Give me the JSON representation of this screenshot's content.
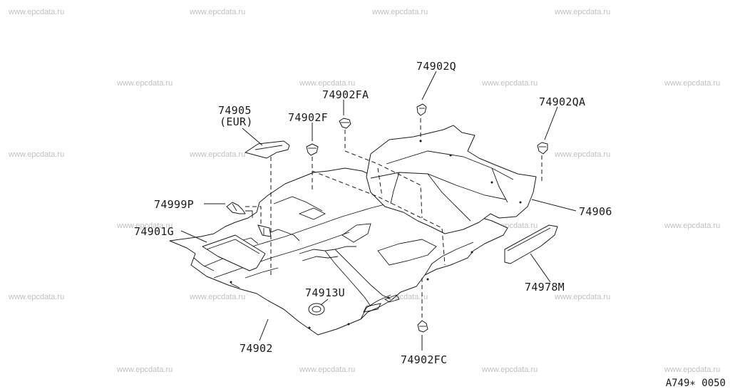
{
  "watermark": "www.epcdata.ru",
  "part_labels": {
    "p74902Q": "74902Q",
    "p74902FA": "74902FA",
    "p74902QA": "74902QA",
    "p74905": "74905",
    "p74905_note": "(EUR)",
    "p74902F": "74902F",
    "p74999P": "74999P",
    "p74901G": "74901G",
    "p74906": "74906",
    "p74913U": "74913U",
    "p74978M": "74978M",
    "p74902": "74902",
    "p74902FC": "74902FC"
  },
  "diagram_code": "A749∗ 0050"
}
